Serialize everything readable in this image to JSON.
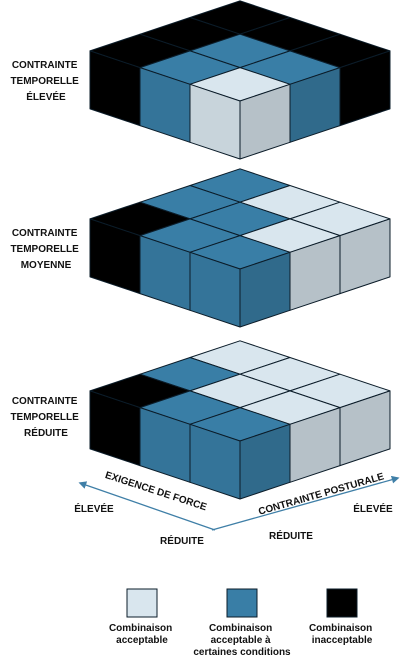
{
  "colors": {
    "acceptable": "#d9e6ee",
    "conditional": "#397ea6",
    "unacceptable": "#000000",
    "stroke": "#0b1c29",
    "arrow": "#3f7fa7"
  },
  "tiers": [
    {
      "label_lines": [
        "CONTRAINTE",
        "TEMPORELLE",
        "ÉLEVÉE"
      ],
      "grid": [
        [
          "unacceptable",
          "unacceptable",
          "unacceptable"
        ],
        [
          "unacceptable",
          "conditional",
          "conditional"
        ],
        [
          "unacceptable",
          "conditional",
          "acceptable"
        ]
      ]
    },
    {
      "label_lines": [
        "CONTRAINTE",
        "TEMPORELLE",
        "MOYENNE"
      ],
      "grid": [
        [
          "conditional",
          "conditional",
          "unacceptable"
        ],
        [
          "acceptable",
          "conditional",
          "conditional"
        ],
        [
          "acceptable",
          "acceptable",
          "conditional"
        ]
      ]
    },
    {
      "label_lines": [
        "CONTRAINTE",
        "TEMPORELLE",
        "RÉDUITE"
      ],
      "grid": [
        [
          "acceptable",
          "conditional",
          "unacceptable"
        ],
        [
          "acceptable",
          "acceptable",
          "conditional"
        ],
        [
          "acceptable",
          "acceptable",
          "conditional"
        ]
      ]
    }
  ],
  "axes": {
    "force_label": "EXIGENCE DE FORCE",
    "posture_label": "CONTRAINTE POSTURALE",
    "left_high": "ÉLEVÉE",
    "left_low": "RÉDUITE",
    "right_high": "ÉLEVÉE",
    "right_low": "RÉDUITE"
  },
  "legend": [
    {
      "key": "acceptable",
      "lines": [
        "Combinaison",
        "acceptable"
      ]
    },
    {
      "key": "conditional",
      "lines": [
        "Combinaison",
        "acceptable à",
        "certaines conditions"
      ]
    },
    {
      "key": "unacceptable",
      "lines": [
        "Combinaison",
        "inacceptable"
      ]
    }
  ]
}
